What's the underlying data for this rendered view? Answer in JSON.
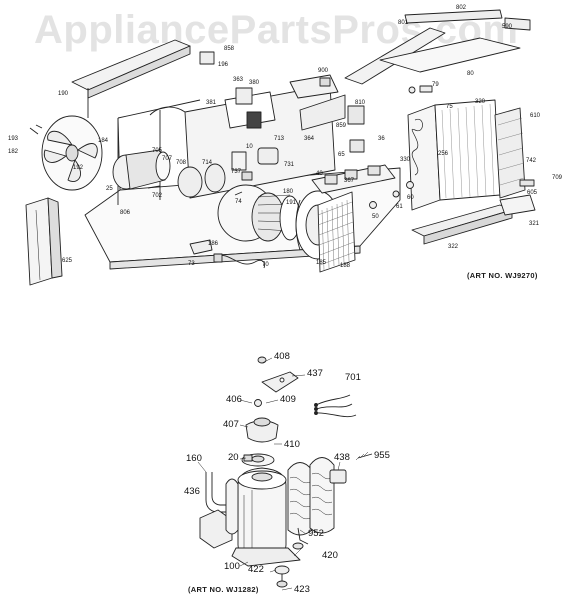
{
  "watermark": "AppliancePartsPros.com",
  "upper_diagram": {
    "art_number": "(ART NO. WJ9270)",
    "parts": [
      {
        "id": "p190",
        "label": "190"
      },
      {
        "id": "p196",
        "label": "196"
      },
      {
        "id": "p858",
        "label": "858"
      },
      {
        "id": "p363",
        "label": "363"
      },
      {
        "id": "p380",
        "label": "380"
      },
      {
        "id": "p381",
        "label": "381"
      },
      {
        "id": "p900",
        "label": "900"
      },
      {
        "id": "p801",
        "label": "801"
      },
      {
        "id": "p802",
        "label": "802"
      },
      {
        "id": "p590",
        "label": "590"
      },
      {
        "id": "p80",
        "label": "80"
      },
      {
        "id": "p79",
        "label": "79"
      },
      {
        "id": "p810",
        "label": "810"
      },
      {
        "id": "p75",
        "label": "75"
      },
      {
        "id": "p320",
        "label": "320"
      },
      {
        "id": "p610",
        "label": "610"
      },
      {
        "id": "p193",
        "label": "193"
      },
      {
        "id": "p182",
        "label": "182"
      },
      {
        "id": "p184",
        "label": "184"
      },
      {
        "id": "p192",
        "label": "192"
      },
      {
        "id": "p25",
        "label": "25"
      },
      {
        "id": "p705",
        "label": "705"
      },
      {
        "id": "p707",
        "label": "707"
      },
      {
        "id": "p708",
        "label": "708"
      },
      {
        "id": "p10",
        "label": "10"
      },
      {
        "id": "p713",
        "label": "713"
      },
      {
        "id": "p364",
        "label": "364"
      },
      {
        "id": "p859",
        "label": "859"
      },
      {
        "id": "p36",
        "label": "36"
      },
      {
        "id": "p714",
        "label": "714"
      },
      {
        "id": "p731",
        "label": "731"
      },
      {
        "id": "p65",
        "label": "65"
      },
      {
        "id": "p40",
        "label": "40"
      },
      {
        "id": "p180",
        "label": "180"
      },
      {
        "id": "p330",
        "label": "330"
      },
      {
        "id": "p256",
        "label": "256"
      },
      {
        "id": "p742",
        "label": "742"
      },
      {
        "id": "p605",
        "label": "605"
      },
      {
        "id": "p709",
        "label": "709"
      },
      {
        "id": "p737",
        "label": "737"
      },
      {
        "id": "p702",
        "label": "702"
      },
      {
        "id": "p806",
        "label": "806"
      },
      {
        "id": "p74",
        "label": "74"
      },
      {
        "id": "p191",
        "label": "191"
      },
      {
        "id": "p367",
        "label": "367"
      },
      {
        "id": "p60",
        "label": "60"
      },
      {
        "id": "p61",
        "label": "61"
      },
      {
        "id": "p50",
        "label": "50"
      },
      {
        "id": "p321",
        "label": "321"
      },
      {
        "id": "p322",
        "label": "322"
      },
      {
        "id": "p186",
        "label": "186"
      },
      {
        "id": "p73",
        "label": "73"
      },
      {
        "id": "p70",
        "label": "70"
      },
      {
        "id": "p185",
        "label": "185"
      },
      {
        "id": "p188",
        "label": "188"
      },
      {
        "id": "p625",
        "label": "625"
      }
    ]
  },
  "lower_diagram": {
    "art_number": "(ART NO. WJ1282)",
    "parts": [
      {
        "id": "q408",
        "label": "408"
      },
      {
        "id": "q437",
        "label": "437"
      },
      {
        "id": "q701",
        "label": "701"
      },
      {
        "id": "q406",
        "label": "406"
      },
      {
        "id": "q409",
        "label": "409"
      },
      {
        "id": "q407",
        "label": "407"
      },
      {
        "id": "q410",
        "label": "410"
      },
      {
        "id": "q20",
        "label": "20"
      },
      {
        "id": "q160",
        "label": "160"
      },
      {
        "id": "q438",
        "label": "438"
      },
      {
        "id": "q955",
        "label": "955"
      },
      {
        "id": "q436",
        "label": "436"
      },
      {
        "id": "q952",
        "label": "952"
      },
      {
        "id": "q420",
        "label": "420"
      },
      {
        "id": "q100",
        "label": "100"
      },
      {
        "id": "q422",
        "label": "422"
      },
      {
        "id": "q423",
        "label": "423"
      }
    ]
  }
}
